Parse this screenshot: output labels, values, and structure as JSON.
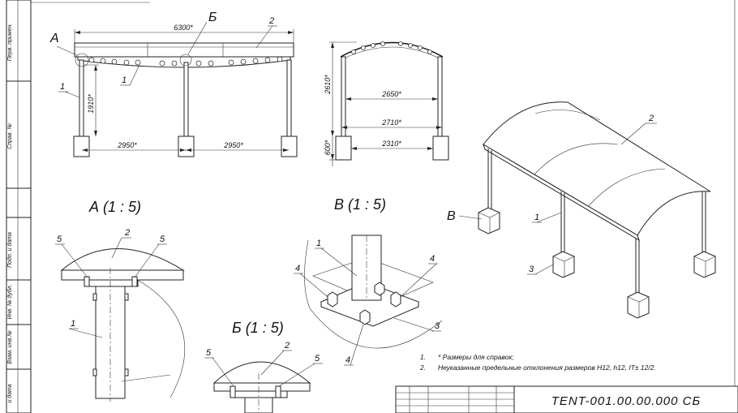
{
  "side_stamp": [
    "Перв. примен.",
    "Справ. №",
    "Подп. и дата",
    "Инв. № дубл.",
    "Взам. инв.№",
    "и дата"
  ],
  "front_view": {
    "overall": "6300*",
    "height": "1910*",
    "span_left": "2950*",
    "span_right": "2950*",
    "callout_a": "А",
    "callout_b": "Б",
    "pos_1a": "1",
    "pos_1b": "1",
    "pos_2": "2"
  },
  "side_view": {
    "height": "2610*",
    "base": "600*",
    "w1": "2650*",
    "w2": "2710*",
    "w3": "2310*"
  },
  "iso_view": {
    "callout_b": "В",
    "pos_1": "1",
    "pos_2": "2",
    "pos_3": "3"
  },
  "detail_a": {
    "title": "А  (1 : 5)",
    "pos_5a": "5",
    "pos_5b": "5",
    "pos_2": "2",
    "pos_1": "1"
  },
  "detail_v": {
    "title": "В  (1 : 5)",
    "pos_1": "1",
    "pos_4a": "4",
    "pos_4b": "4",
    "pos_4c": "4",
    "pos_3": "3"
  },
  "detail_b": {
    "title": "Б  (1 : 5)",
    "pos_5a": "5",
    "pos_5b": "5",
    "pos_2": "2"
  },
  "notes": {
    "n1_num": "1.",
    "n1": "* Размеры для справок;",
    "n2_num": "2.",
    "n2": "Неуказанные предельные отклонения размеров H12, h12, IT± 12/2."
  },
  "title_block": {
    "code": "TENT-001.00.00.000 СБ"
  }
}
